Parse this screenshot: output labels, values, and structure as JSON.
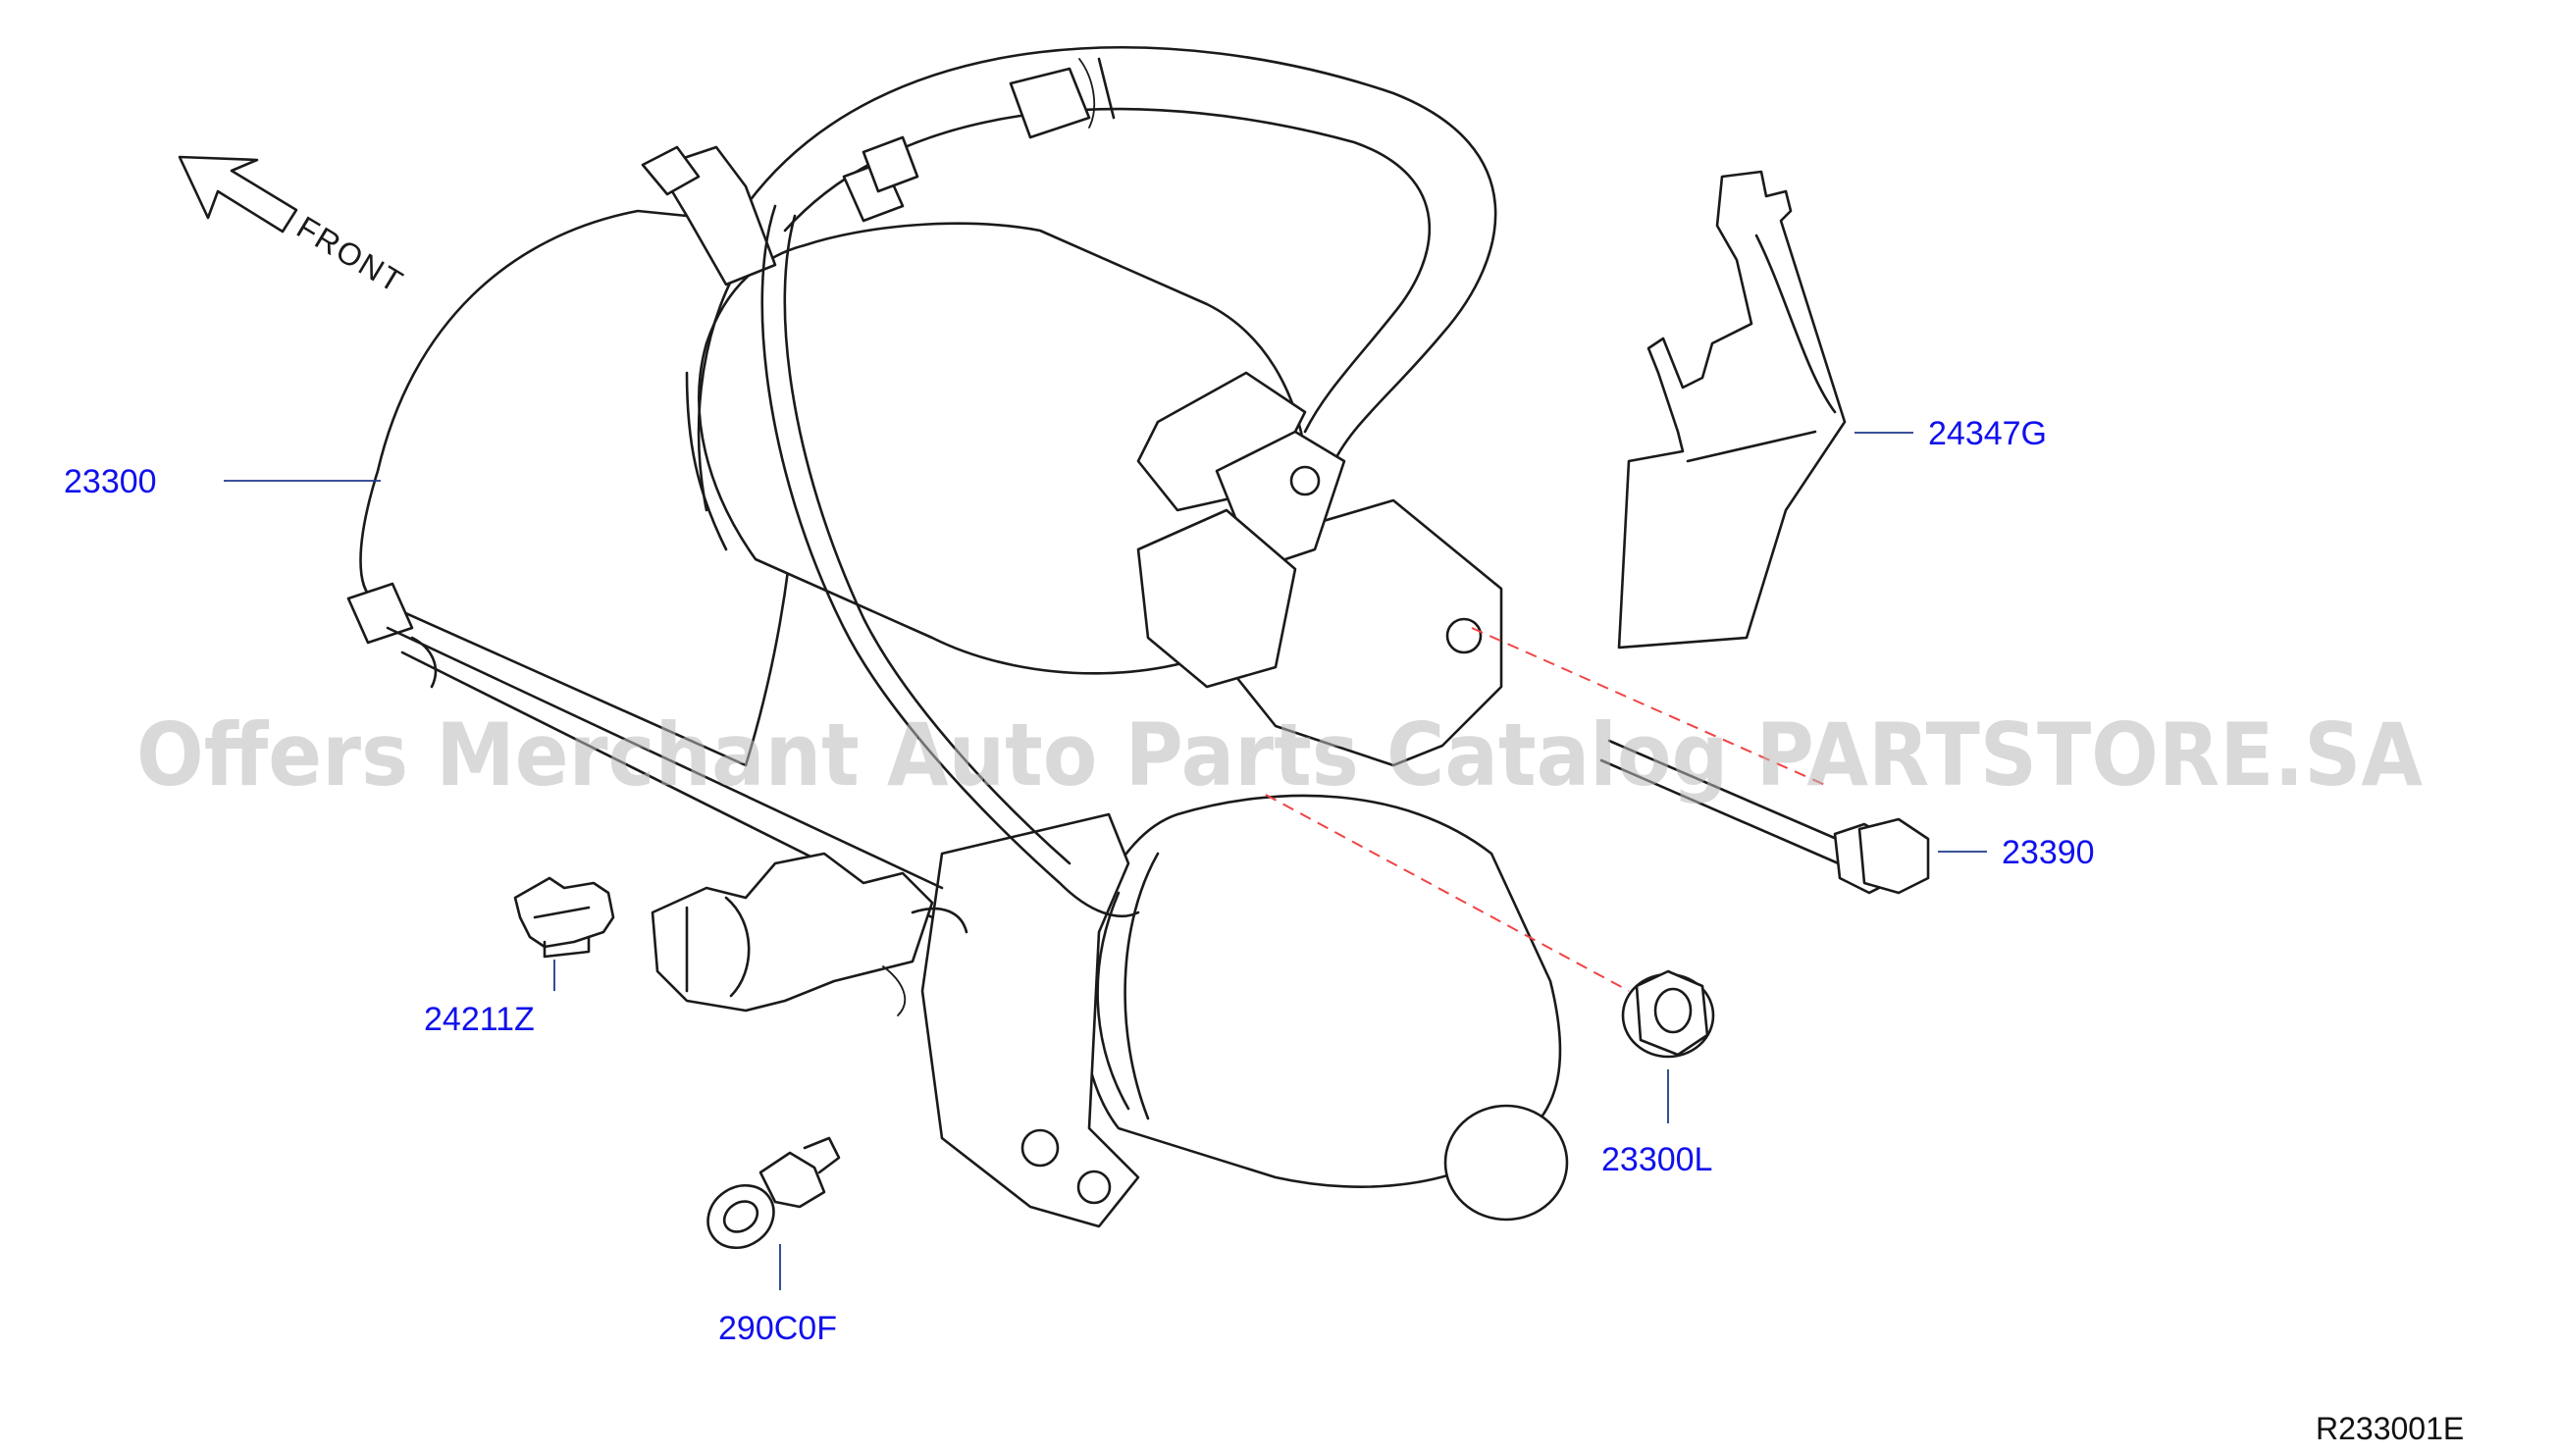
{
  "orientation": {
    "label": "FRONT"
  },
  "parts": [
    {
      "id": "starter-motor",
      "label": "23300"
    },
    {
      "id": "cover",
      "label": "24347G"
    },
    {
      "id": "bolt",
      "label": "23390"
    },
    {
      "id": "nut",
      "label": "23300L"
    },
    {
      "id": "harness-clip",
      "label": "24211Z"
    },
    {
      "id": "push-clip",
      "label": "290C0F"
    }
  ],
  "reference_code": "R233001E",
  "watermark": "Offers Merchant Auto Parts Catalog PARTSTORE.SA",
  "colors": {
    "label": "#1010ee",
    "leader": "#1e3a8a",
    "dash": "#ef4444",
    "line": "#1a1a1a",
    "watermark": "#b9b9b9"
  }
}
